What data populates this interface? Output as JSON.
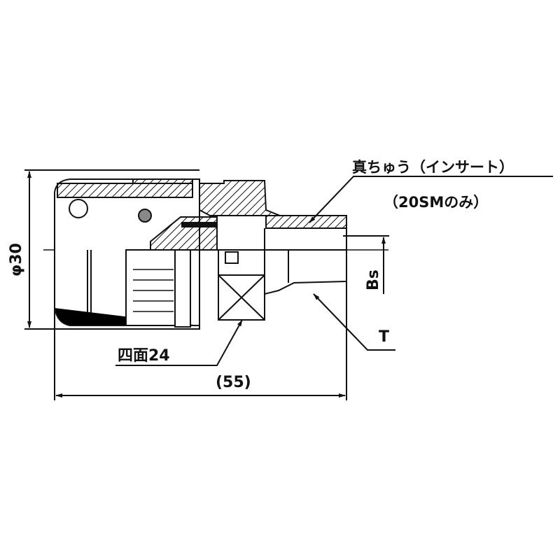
{
  "labels": {
    "material": "真ちゅう（インサート）",
    "material_note": "（20SMのみ）",
    "diameter": "φ30",
    "thread_bs": "Bs",
    "thread_t": "T",
    "hex_flats": "四面24",
    "overall_length": "(55)"
  },
  "colors": {
    "line": "#111111",
    "background": "#ffffff"
  }
}
